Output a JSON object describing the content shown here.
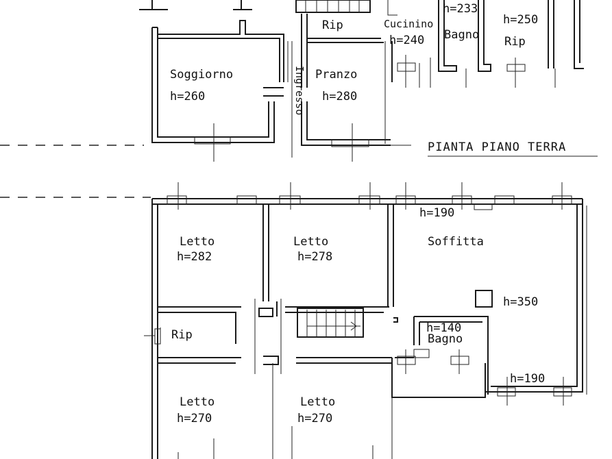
{
  "plan": {
    "title": "PIANTA PIANO TERRA",
    "ground_floor": {
      "soggiorno": {
        "name": "Soggiorno",
        "height": "h=260"
      },
      "ingresso": {
        "name": "Ingresso"
      },
      "pranzo": {
        "name": "Pranzo",
        "height": "h=280"
      },
      "rip_top": {
        "name": "Rip"
      },
      "cucinino": {
        "name": "Cucinino",
        "height": "h=240"
      },
      "bagno_top": {
        "name": "Bagno",
        "height": "h=233"
      },
      "rip_right": {
        "name": "Rip",
        "height": "h=250"
      }
    },
    "upper_floor": {
      "letto_1": {
        "name": "Letto",
        "height": "h=282"
      },
      "letto_2": {
        "name": "Letto",
        "height": "h=278"
      },
      "soffitta": {
        "name": "Soffitta",
        "height_top": "h=190",
        "height_mid": "h=350",
        "height_bottom": "h=190"
      },
      "rip": {
        "name": "Rip"
      },
      "bagno": {
        "name": "Bagno",
        "height": "h=140"
      },
      "letto_3": {
        "name": "Letto",
        "height": "h=270"
      },
      "letto_4": {
        "name": "Letto",
        "height": "h=270"
      }
    }
  }
}
